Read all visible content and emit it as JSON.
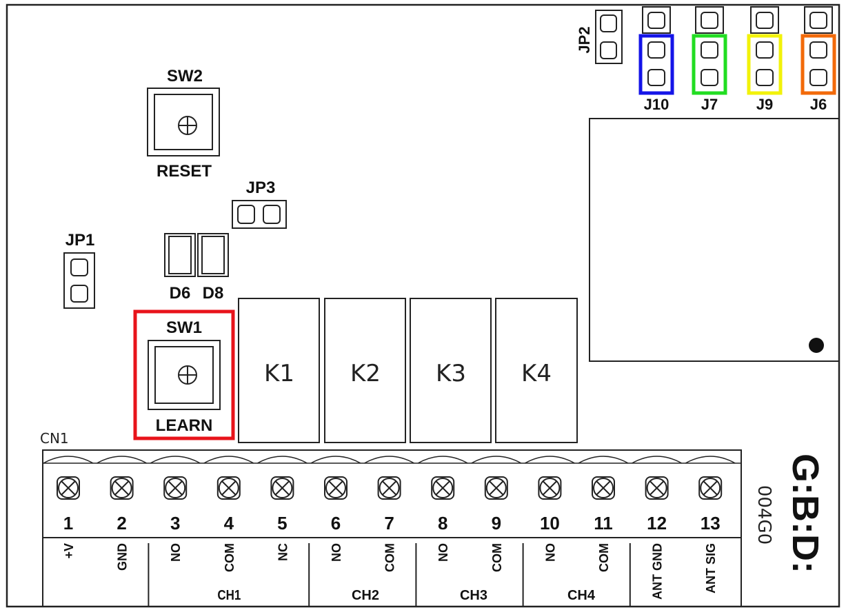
{
  "labels": {
    "sw2": "SW2",
    "reset": "RESET",
    "jp3": "JP3",
    "jp1": "JP1",
    "jp2": "JP2",
    "d6": "D6",
    "d8": "D8",
    "sw1": "SW1",
    "learn": "LEARN",
    "cn1": "CN1",
    "j10": "J10",
    "j7": "J7",
    "j9": "J9",
    "j6": "J6",
    "logo": "G:B:D:",
    "model": "004G0"
  },
  "relays": [
    "K1",
    "K2",
    "K3",
    "K4"
  ],
  "terminals": [
    {
      "num": "1",
      "func": "+V"
    },
    {
      "num": "2",
      "func": "GND"
    },
    {
      "num": "3",
      "func": "NO"
    },
    {
      "num": "4",
      "func": "COM"
    },
    {
      "num": "5",
      "func": "NC"
    },
    {
      "num": "6",
      "func": "NO"
    },
    {
      "num": "7",
      "func": "COM"
    },
    {
      "num": "8",
      "func": "NO"
    },
    {
      "num": "9",
      "func": "COM"
    },
    {
      "num": "10",
      "func": "NO"
    },
    {
      "num": "11",
      "func": "COM"
    },
    {
      "num": "12",
      "func": "ANT GND"
    },
    {
      "num": "13",
      "func": "ANT SIG"
    }
  ],
  "channels": [
    "CH1",
    "CH2",
    "CH3",
    "CH4"
  ],
  "colors": {
    "highlight_sw1": "#e8141b",
    "j10": "#1414e8",
    "j7": "#22dd22",
    "j9": "#f2f20a",
    "j6": "#f26a0a",
    "outline": "#222222"
  }
}
